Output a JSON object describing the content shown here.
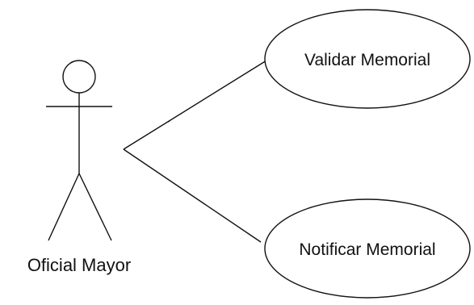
{
  "actor": {
    "name": "Oficial Mayor"
  },
  "use_cases": [
    {
      "label": "Validar Memorial"
    },
    {
      "label": "Notificar Memorial"
    }
  ],
  "colors": {
    "line": "#111111",
    "background": "#ffffff",
    "text": "#111111"
  }
}
